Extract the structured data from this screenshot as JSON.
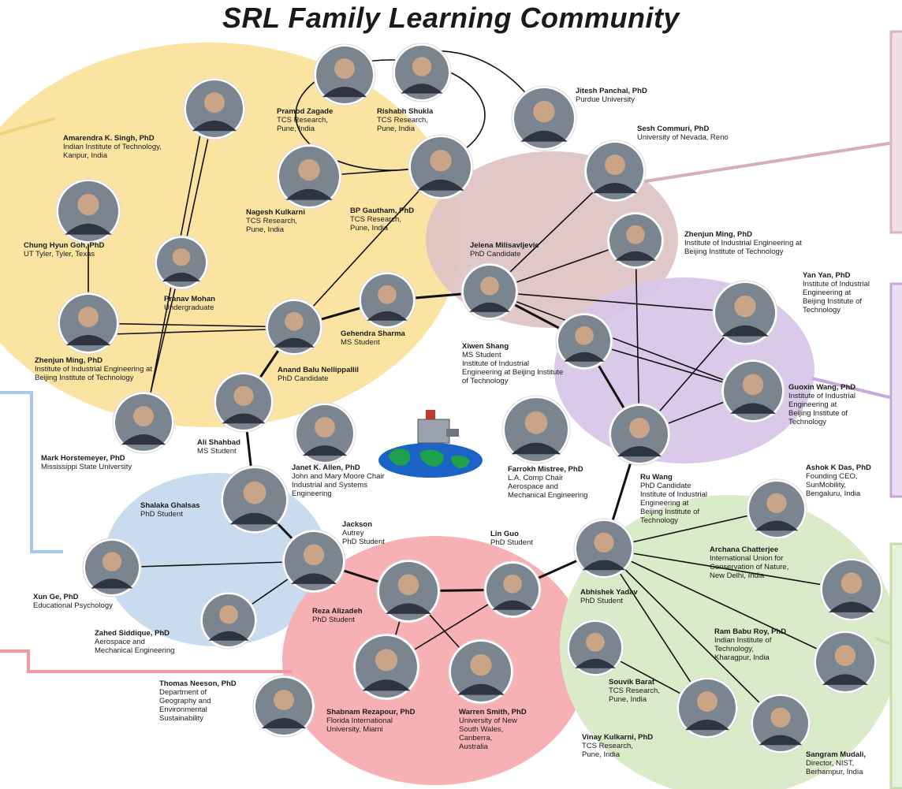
{
  "title": "SRL Family Learning Community",
  "colors": {
    "cluster_yellow": "#fbe3a2",
    "cluster_mauve": "#dcc3c2",
    "cluster_purple": "#d8c4e8",
    "cluster_blue": "#c8dbef",
    "cluster_pink": "#f7b1b5",
    "cluster_green": "#d9ebc8",
    "photo_ring": "#d9d9d9",
    "link": "#111111"
  },
  "people": {
    "amarendra": {
      "name": "Amarendra K. Singh, PhD",
      "details": [
        "Indian Institute of Technology,",
        "Kanpur, India"
      ]
    },
    "pramod": {
      "name": "Pramod Zagade",
      "details": [
        "TCS Research,",
        "Pune, India"
      ]
    },
    "rishabh": {
      "name": "Rishabh Shukla",
      "details": [
        "TCS Research,",
        "Pune, India"
      ]
    },
    "jitesh": {
      "name": "Jitesh Panchal, PhD",
      "details": [
        "Purdue University"
      ]
    },
    "sesh": {
      "name": "Sesh Commuri, PhD",
      "details": [
        "University of Nevada, Reno"
      ]
    },
    "nagesh": {
      "name": "Nagesh Kulkarni",
      "details": [
        "TCS Research,",
        "Pune, India"
      ]
    },
    "bp": {
      "name": "BP Gautham, PhD",
      "details": [
        "TCS Research,",
        "Pune, India"
      ]
    },
    "chung": {
      "name": "Chung Hyun Goh, PhD",
      "details": [
        "UT Tyler, Tyler, Texas"
      ]
    },
    "pranav": {
      "name": "Pranav Mohan",
      "details": [
        "Undergraduate"
      ]
    },
    "jelena": {
      "name": "Jelena Milisavljevic",
      "details": [
        "PhD Candidate"
      ]
    },
    "zhenjun_top": {
      "name": "Zhenjun Ming, PhD",
      "details": [
        "Institute of Industrial Engineering at",
        "Beijing Institute of Technology"
      ]
    },
    "yanyan": {
      "name": "Yan Yan, PhD",
      "details": [
        "Institute of Industrial",
        "Engineering at",
        "Beijing Institute of",
        "Technology"
      ]
    },
    "zhenjun_left": {
      "name": "Zhenjun Ming, PhD",
      "details": [
        "Institute of Industrial Engineering at",
        "Beijing Institute of Technology"
      ]
    },
    "anand": {
      "name": "Anand Balu Nellippallil",
      "details": [
        "PhD Candidate"
      ]
    },
    "gehendra": {
      "name": "Gehendra Sharma",
      "details": [
        "MS Student"
      ]
    },
    "xiwen": {
      "name": "Xiwen Shang",
      "details": [
        "MS Student",
        "Institute of Industrial",
        "Engineering at Beijing Institute",
        "of Technology"
      ]
    },
    "guoxin": {
      "name": "Guoxin Wang, PhD",
      "details": [
        "Institute of Industrial",
        "Engineering at",
        "Beijing Institute of",
        "Technology"
      ]
    },
    "mark": {
      "name": "Mark Horstemeyer, PhD",
      "details": [
        "Mississippi State University"
      ]
    },
    "ali": {
      "name": "Ali Shahbad",
      "details": [
        "MS Student"
      ]
    },
    "janet": {
      "name": "Janet K. Allen, PhD",
      "details": [
        "John and Mary Moore Chair",
        "Industrial and Systems",
        "Engineering"
      ]
    },
    "farrokh": {
      "name": "Farrokh Mistree, PhD",
      "details": [
        "L.A. Comp Chair",
        "Aerospace and",
        "Mechanical Engineering"
      ]
    },
    "ru": {
      "name": "Ru Wang",
      "details": [
        "PhD Candidate",
        "Institute of Industrial",
        "Engineering at",
        "Beijing Institute of",
        "Technology"
      ]
    },
    "ashok": {
      "name": "Ashok K Das, PhD",
      "details": [
        "Founding CEO,",
        "SunMobility,",
        "Bengaluru, India"
      ]
    },
    "shalaka": {
      "name": "Shalaka Ghalsas",
      "details": [
        "PhD Student"
      ]
    },
    "jackson": {
      "name": "Jackson",
      "details": [
        "Autrey",
        "PhD Student"
      ]
    },
    "lin": {
      "name": "Lin Guo",
      "details": [
        "PhD Student"
      ]
    },
    "archana": {
      "name": "Archana Chatterjee",
      "details": [
        "International Union for",
        "Conservation of Nature,",
        "New Delhi, India"
      ]
    },
    "xun": {
      "name": "Xun Ge, PhD",
      "details": [
        "Educational Psychology"
      ]
    },
    "abhishek": {
      "name": "Abhishek Yadav",
      "details": [
        "PhD Student"
      ]
    },
    "reza": {
      "name": "Reza Alizadeh",
      "details": [
        "PhD Student"
      ]
    },
    "zahed": {
      "name": "Zahed Siddique, PhD",
      "details": [
        "Aerospace and",
        "Mechanical Engineering"
      ]
    },
    "rambabu": {
      "name": "Ram Babu Roy, PhD",
      "details": [
        "Indian Institute of",
        "Technology,",
        "Kharagpur, India"
      ]
    },
    "souvik": {
      "name": "Souvik Barat",
      "details": [
        "TCS Research,",
        "Pune, India"
      ]
    },
    "thomas": {
      "name": "Thomas Neeson, PhD",
      "details": [
        "Department of",
        "Geography and",
        "Environmental",
        "Sustainability"
      ]
    },
    "shabnam": {
      "name": "Shabnam Rezapour, PhD",
      "details": [
        "Florida International",
        "University, Miami"
      ]
    },
    "warren": {
      "name": "Warren Smith, PhD",
      "details": [
        "University of New",
        "South Wales,",
        "Canberra,",
        "Australia"
      ]
    },
    "vinay": {
      "name": "Vinay Kulkarni, PhD",
      "details": [
        "TCS Research,",
        "Pune, India"
      ]
    },
    "sangram": {
      "name": "Sangram Mudali,",
      "details": [
        "Director, NIST,",
        "Berhampur, India"
      ]
    }
  }
}
